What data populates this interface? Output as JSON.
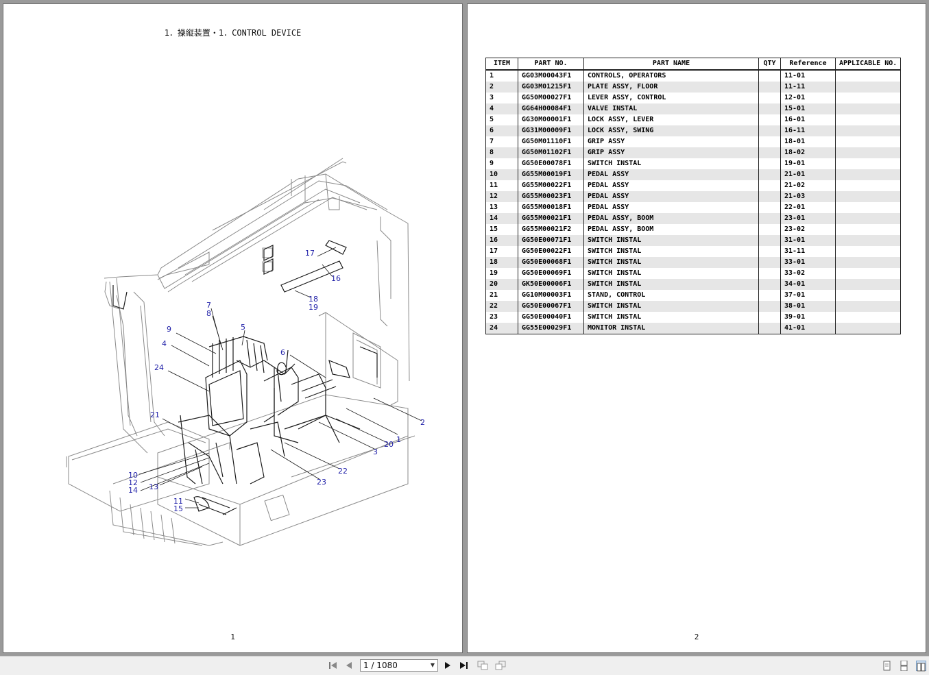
{
  "page1": {
    "title": "1．操縦装置・1．CONTROL DEVICE",
    "page_number": "1",
    "callouts": [
      "1",
      "2",
      "3",
      "4",
      "5",
      "6",
      "7",
      "8",
      "9",
      "10",
      "11",
      "12",
      "13",
      "14",
      "15",
      "16",
      "17",
      "18",
      "19",
      "20",
      "21",
      "22",
      "23",
      "24"
    ]
  },
  "page2": {
    "page_number": "2",
    "table": {
      "headers": [
        "ITEM",
        "PART NO.",
        "PART NAME",
        "QTY",
        "Reference",
        "APPLICABLE NO."
      ],
      "rows": [
        [
          "1",
          "GG03M00043F1",
          "CONTROLS, OPERATORS",
          "",
          "11-01",
          ""
        ],
        [
          "2",
          "GG03M01215F1",
          "PLATE ASSY, FLOOR",
          "",
          "11-11",
          ""
        ],
        [
          "3",
          "GG50M00027F1",
          "LEVER ASSY, CONTROL",
          "",
          "12-01",
          ""
        ],
        [
          "4",
          "GG64H00084F1",
          "VALVE INSTAL",
          "",
          "15-01",
          ""
        ],
        [
          "5",
          "GG30M00001F1",
          "LOCK ASSY, LEVER",
          "",
          "16-01",
          ""
        ],
        [
          "6",
          "GG31M00009F1",
          "LOCK ASSY, SWING",
          "",
          "16-11",
          ""
        ],
        [
          "7",
          "GG50M01110F1",
          "GRIP ASSY",
          "",
          "18-01",
          ""
        ],
        [
          "8",
          "GG50M01102F1",
          "GRIP ASSY",
          "",
          "18-02",
          ""
        ],
        [
          "9",
          "GG50E00078F1",
          "SWITCH INSTAL",
          "",
          "19-01",
          ""
        ],
        [
          "10",
          "GG55M00019F1",
          "PEDAL ASSY",
          "",
          "21-01",
          ""
        ],
        [
          "11",
          "GG55M00022F1",
          "PEDAL ASSY",
          "",
          "21-02",
          ""
        ],
        [
          "12",
          "GG55M00023F1",
          "PEDAL ASSY",
          "",
          "21-03",
          ""
        ],
        [
          "13",
          "GG55M00018F1",
          "PEDAL ASSY",
          "",
          "22-01",
          ""
        ],
        [
          "14",
          "GG55M00021F1",
          "PEDAL ASSY, BOOM",
          "",
          "23-01",
          ""
        ],
        [
          "15",
          "GG55M00021F2",
          "PEDAL ASSY, BOOM",
          "",
          "23-02",
          ""
        ],
        [
          "16",
          "GG50E00071F1",
          "SWITCH INSTAL",
          "",
          "31-01",
          ""
        ],
        [
          "17",
          "GG50E00022F1",
          "SWITCH INSTAL",
          "",
          "31-11",
          ""
        ],
        [
          "18",
          "GG50E00068F1",
          "SWITCH INSTAL",
          "",
          "33-01",
          ""
        ],
        [
          "19",
          "GG50E00069F1",
          "SWITCH INSTAL",
          "",
          "33-02",
          ""
        ],
        [
          "20",
          "GK50E00006F1",
          "SWITCH INSTAL",
          "",
          "34-01",
          ""
        ],
        [
          "21",
          "GG10M00003F1",
          "STAND, CONTROL",
          "",
          "37-01",
          ""
        ],
        [
          "22",
          "GG50E00067F1",
          "SWITCH INSTAL",
          "",
          "38-01",
          ""
        ],
        [
          "23",
          "GG50E00040F1",
          "SWITCH INSTAL",
          "",
          "39-01",
          ""
        ],
        [
          "24",
          "GG55E00029F1",
          "MONITOR INSTAL",
          "",
          "41-01",
          ""
        ]
      ]
    }
  },
  "toolbar": {
    "page_indicator": "1 / 1080",
    "icons": [
      "first-page-icon",
      "prev-page-icon",
      "next-page-icon",
      "last-page-icon",
      "back-view-icon",
      "forward-view-icon",
      "single-page-view-icon",
      "continuous-view-icon",
      "two-page-view-icon"
    ]
  }
}
